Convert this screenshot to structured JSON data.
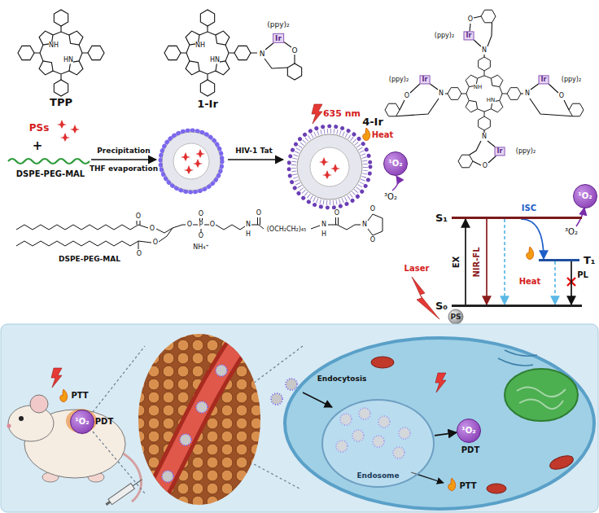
{
  "diagram": {
    "nodes": [
      {
        "text": [
          "¹O₂"
        ]
      },
      {
        "text": [
          "S₁"
        ]
      },
      {
        "text": [
          "T₁"
        ]
      },
      {
        "text": [
          "S₀"
        ]
      },
      {
        "text": [
          "¹O₂"
        ]
      },
      {
        "text": [
          "¹O₂"
        ]
      },
      {
        "text": [
          "Endosome"
        ]
      },
      {
        "text": [
          "¹O₂"
        ]
      }
    ],
    "edges": [
      {
        "from": 3,
        "to": 1,
        "arrow": "to",
        "label": "EX"
      },
      {
        "from": 1,
        "to": 3,
        "arrow": "to",
        "label": "NIR-FL"
      },
      {
        "from": 1,
        "to": 3,
        "arrow": "to"
      },
      {
        "from": 1,
        "to": 2,
        "arrow": "to",
        "label": "ISC"
      },
      {
        "from": 2,
        "to": 3,
        "arrow": "to",
        "label": "Heat"
      },
      {
        "from": 2,
        "to": 3,
        "arrow": "to",
        "label": "PL"
      },
      {
        "from": 6,
        "to": 7,
        "arrow": "to"
      }
    ],
    "labels": [
      "TPP",
      "NH",
      "HN",
      "1-Ir",
      "NH",
      "HN",
      "(ppy)₂",
      "Ir",
      "N",
      "O",
      "4-Ir",
      "NH",
      "HN",
      "N",
      "Ir",
      "(ppy)₂",
      "O",
      "N",
      "Ir",
      "(ppy)₂",
      "O",
      "N",
      "Ir",
      "(ppy)₂",
      "O",
      "N",
      "Ir",
      "(ppy)₂",
      "O",
      "PSs",
      "+",
      "DSPE-PEG-MAL",
      "Precipitation",
      "THF evaporation",
      "HIV-1 Tat",
      "635 nm",
      "Heat",
      "³O₂",
      "DSPE-PEG-MAL",
      "O",
      "O",
      "O",
      "O",
      "O",
      "P",
      "O",
      "O",
      "O",
      "NH₄⁺",
      "N",
      "H",
      "O",
      "(OCH₂CH₂)₄₅",
      "N",
      "H",
      "O",
      "N",
      "O",
      "O",
      "Laser",
      "PS",
      "³O₂",
      "PTT",
      "PDT",
      "Endocytosis",
      "PDT",
      "PTT"
    ]
  }
}
